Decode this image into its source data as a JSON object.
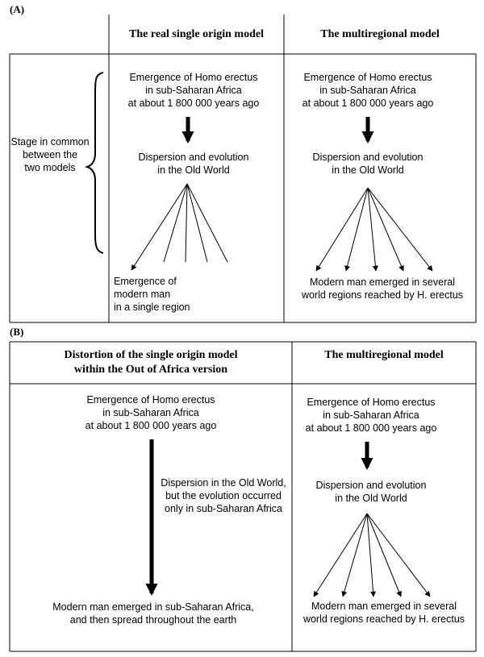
{
  "panel_a": {
    "label": "(A)",
    "col1_header": "The real single origin model",
    "col2_header": "The multiregional model",
    "common_stage_label": [
      "Stage in common",
      "between the",
      "two models"
    ],
    "left": {
      "emergence": [
        "Emergence of Homo erectus",
        "in sub-Saharan Africa",
        "at about 1 800 000 years ago"
      ],
      "dispersion": [
        "Dispersion and evolution",
        "in the Old World"
      ],
      "outcome": [
        "Emergence of",
        "modern man",
        "in a single region"
      ]
    },
    "right": {
      "emergence": [
        "Emergence of Homo erectus",
        "in sub-Saharan Africa",
        "at about 1 800 000 years ago"
      ],
      "dispersion": [
        "Dispersion and evolution",
        "in the Old World"
      ],
      "outcome": [
        "Modern man emerged in several",
        "world regions reached by H. erectus"
      ]
    }
  },
  "panel_b": {
    "label": "(B)",
    "col1_header": [
      "Distortion of the single origin model",
      "within the Out of Africa version"
    ],
    "col2_header": "The multiregional model",
    "left": {
      "emergence": [
        "Emergence of Homo erectus",
        "in sub-Saharan Africa",
        "at about 1 800 000 years ago"
      ],
      "dispersion": [
        "Dispersion in the Old World,",
        "but the evolution  occurred",
        "only in sub-Saharan Africa"
      ],
      "outcome": [
        "Modern man emerged in sub-Saharan Africa,",
        "and then  spread  throughout the earth"
      ]
    },
    "right": {
      "emergence": [
        "Emergence of Homo erectus",
        "in sub-Saharan Africa",
        "at about 1 800 000 years ago"
      ],
      "dispersion": [
        "Dispersion and evolution",
        "in the Old World"
      ],
      "outcome": [
        "Modern man emerged in several",
        "world regions reached by H. erectus"
      ]
    }
  }
}
